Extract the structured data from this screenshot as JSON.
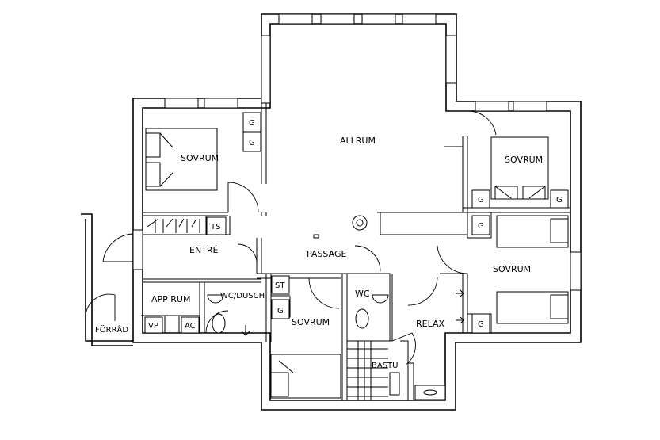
{
  "rooms": {
    "allrum": "ALLRUM",
    "sovrum_nw": "SOVRUM",
    "sovrum_ne": "SOVRUM",
    "sovrum_e": "SOVRUM",
    "sovrum_s": "SOVRUM",
    "entre": "ENTRÉ",
    "passage": "PASSAGE",
    "app_rum": "APP RUM",
    "wc_dusch": "WC/DUSCH",
    "wc": "WC",
    "relax": "RELAX",
    "bastu": "BASTU",
    "forrad": "FÖRRÅD"
  },
  "fixtures": {
    "g": "G",
    "ts": "TS",
    "st": "ST",
    "vp": "VP",
    "ac": "AC"
  }
}
